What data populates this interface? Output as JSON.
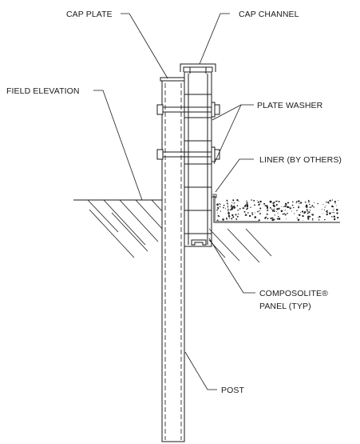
{
  "labels": {
    "cap_plate": "CAP PLATE",
    "cap_channel": "CAP CHANNEL",
    "field_elevation": "FIELD ELEVATION",
    "plate_washer": "PLATE WASHER",
    "liner": "LINER (BY  OTHERS)",
    "composolite_line1": "COMPOSOLITE®",
    "composolite_line2": "PANEL (TYP)",
    "post": "POST"
  }
}
